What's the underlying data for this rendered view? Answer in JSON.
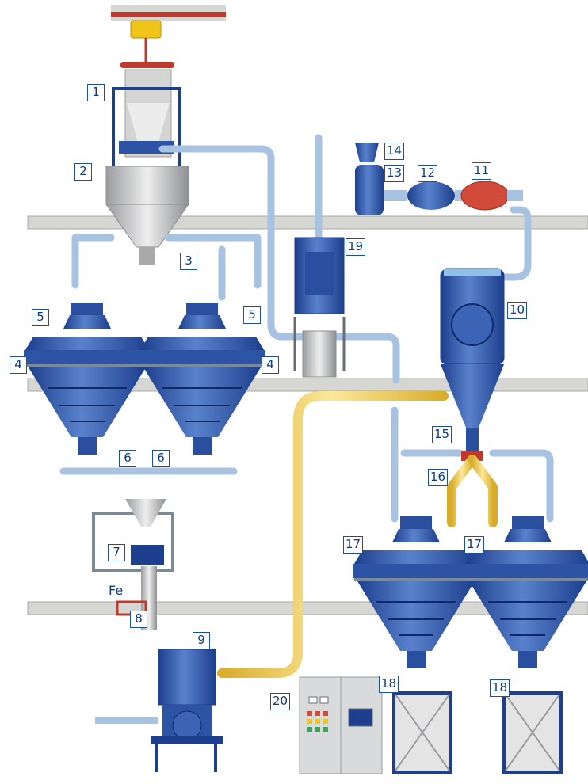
{
  "colors": {
    "floor": "#d6d6d3",
    "floor_edge": "#a9aaa6",
    "vessel_dark": "#1d3f8d",
    "vessel_mid": "#3b64b6",
    "vessel_light": "#8fb0e0",
    "pipe_blue": "#a8c2e2",
    "pipe_yellow": "#f3d46a",
    "pipe_yellow_edge": "#c9a227",
    "rail_red": "#c0392b",
    "hoist_yellow": "#f0c419",
    "panel_grey": "#d9dadb",
    "label_border": "#1c4f9c",
    "label_text": "#0e3a82"
  },
  "labels": [
    {
      "id": "1",
      "text": "1"
    },
    {
      "id": "2",
      "text": "2"
    },
    {
      "id": "3",
      "text": "3"
    },
    {
      "id": "4L",
      "text": "4"
    },
    {
      "id": "4R",
      "text": "4"
    },
    {
      "id": "5L",
      "text": "5"
    },
    {
      "id": "5R",
      "text": "5"
    },
    {
      "id": "6L",
      "text": "6"
    },
    {
      "id": "6R",
      "text": "6"
    },
    {
      "id": "7",
      "text": "7"
    },
    {
      "id": "8",
      "text": "8"
    },
    {
      "id": "9",
      "text": "9"
    },
    {
      "id": "10",
      "text": "10"
    },
    {
      "id": "11",
      "text": "11"
    },
    {
      "id": "12",
      "text": "12"
    },
    {
      "id": "13",
      "text": "13"
    },
    {
      "id": "14",
      "text": "14"
    },
    {
      "id": "15",
      "text": "15"
    },
    {
      "id": "16",
      "text": "16"
    },
    {
      "id": "17L",
      "text": "17"
    },
    {
      "id": "17R",
      "text": "17"
    },
    {
      "id": "18L",
      "text": "18"
    },
    {
      "id": "18R",
      "text": "18"
    },
    {
      "id": "19",
      "text": "19"
    },
    {
      "id": "20",
      "text": "20"
    }
  ],
  "texts": {
    "fe": "Fe"
  }
}
